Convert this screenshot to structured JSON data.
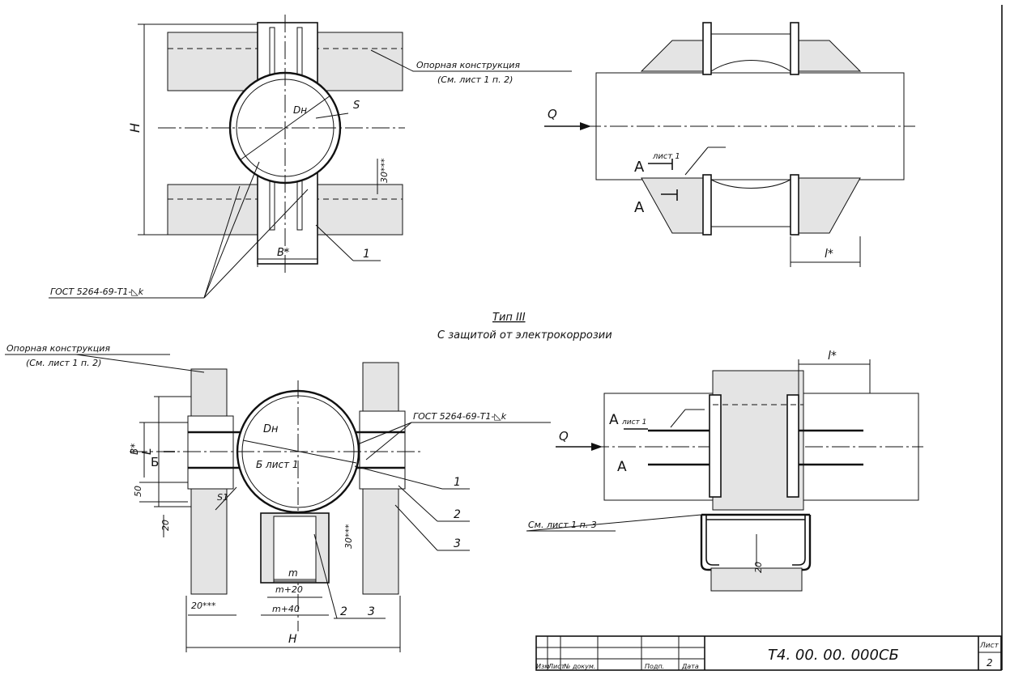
{
  "labels": {
    "support_top": "Опорная  конструкция",
    "support_top_ref": "(См. лист 1 п. 2)",
    "dn": "Dн",
    "s": "S",
    "h": "H",
    "b_star": "B*",
    "dim_30": "30***",
    "callout_1": "1",
    "gost_top": "ГОСТ 5264-69-Т1-◺k",
    "a_mark": "A",
    "a_sheet": "лист 1",
    "q": "Q",
    "l_star": "l*",
    "type_title": "Тип  III",
    "type_subtitle": "С защитой  от  электрокоррозии",
    "support_bottom": "Опорная  конструкция",
    "support_bottom_ref": "(См. лист 1 п. 2)",
    "gost_bottom": "ГОСТ 5264-69-Т1-◺k",
    "l_big": "L",
    "b_star_bottom": "B*",
    "b_mark": "Б",
    "b_sheet": "Б лист 1",
    "dim_50": "50",
    "dim_20": "20",
    "s1": "S1",
    "callout_2": "2",
    "callout_3": "3",
    "m": "m",
    "m_plus_20": "m+20",
    "m_plus_40": "m+40",
    "dim_20_stars": "20***",
    "dim_30_bottom": "30***",
    "h_bottom": "H",
    "see_sheet": "См. лист 1 п. 3",
    "dim_20_clamp": "20"
  },
  "title_block": {
    "drawing_code": "Т4. 00. 00. 000СБ",
    "sheet_label": "Лист",
    "sheet_number": "2",
    "col_izm": "Изм",
    "col_list": "Лист",
    "col_doc": "№ докум.",
    "col_sign": "Подп.",
    "col_date": "Дата"
  }
}
